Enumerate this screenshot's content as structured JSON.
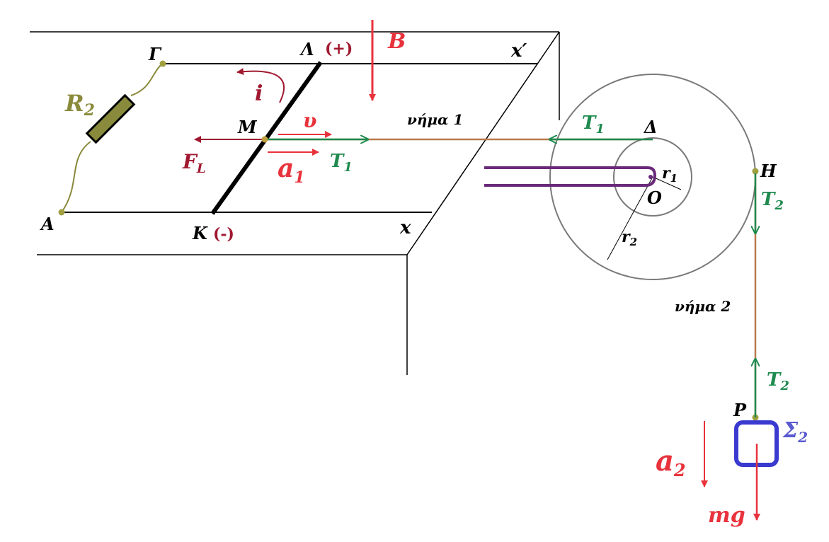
{
  "points": {
    "gamma": "Γ",
    "lambda": "Λ",
    "lambda_sign": "(+)",
    "A": "A",
    "K": "K",
    "K_sign": "(-)",
    "M": "M",
    "x_prime": "x′",
    "x": "x",
    "delta": "Δ",
    "H": "H",
    "O": "O",
    "P": "P"
  },
  "resistor": {
    "name": "R",
    "sub": "2"
  },
  "field": {
    "B": "B"
  },
  "vectors": {
    "i": "i",
    "v": "υ",
    "FL": {
      "main": "F",
      "sub": "L"
    },
    "a1": {
      "main": "a",
      "sub": "1"
    },
    "T1_rod": {
      "main": "T",
      "sub": "1"
    },
    "T1_pulley": {
      "main": "T",
      "sub": "1"
    },
    "T2_top": {
      "main": "T",
      "sub": "2"
    },
    "T2_bottom": {
      "main": "T",
      "sub": "2"
    },
    "a2": {
      "main": "a",
      "sub": "2"
    },
    "mg": "mg"
  },
  "strings": {
    "string1": "νήμα 1",
    "string2": "νήμα 2"
  },
  "pulley": {
    "r1": {
      "main": "r",
      "sub": "1"
    },
    "r2": {
      "main": "r",
      "sub": "2"
    }
  },
  "body": {
    "main": "Σ",
    "sub": "2"
  },
  "colors": {
    "red": "#e8323c",
    "darkred": "#a01830",
    "green": "#1e8a4e",
    "olive": "#8a8a3c",
    "string": "#b87a4a",
    "purple": "#6a2a7a",
    "blue": "#3a3ad0",
    "gray": "#7a7a7a"
  }
}
